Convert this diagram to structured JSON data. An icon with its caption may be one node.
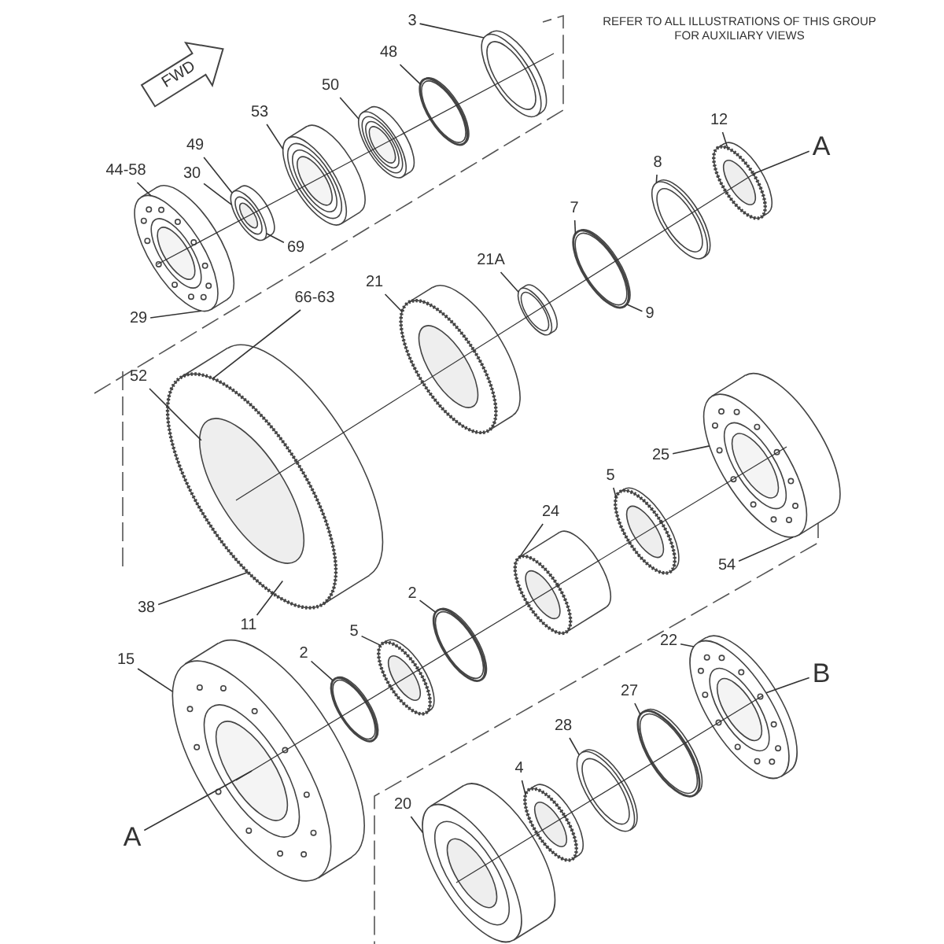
{
  "diagram": {
    "nodes": [
      {
        "text": [
          "3"
        ]
      },
      {
        "text": [
          "48"
        ]
      },
      {
        "text": [
          "50"
        ]
      },
      {
        "text": [
          "53"
        ]
      },
      {
        "text": [
          "49"
        ]
      },
      {
        "text": [
          "44-58"
        ]
      },
      {
        "text": [
          "30"
        ]
      },
      {
        "text": [
          "69"
        ]
      },
      {
        "text": [
          "29"
        ]
      },
      {
        "text": [
          "12"
        ]
      },
      {
        "text": [
          "A"
        ]
      },
      {
        "text": [
          "8"
        ]
      },
      {
        "text": [
          "7"
        ]
      },
      {
        "text": [
          "21A"
        ]
      },
      {
        "text": [
          "9"
        ]
      },
      {
        "text": [
          "21"
        ]
      },
      {
        "text": [
          "66-63"
        ]
      },
      {
        "text": [
          "52"
        ]
      },
      {
        "text": [
          "25"
        ]
      },
      {
        "text": [
          "5"
        ]
      },
      {
        "text": [
          "24"
        ]
      },
      {
        "text": [
          "54"
        ]
      },
      {
        "text": [
          "38"
        ]
      },
      {
        "text": [
          "11"
        ]
      },
      {
        "text": [
          "2"
        ]
      },
      {
        "text": [
          "5"
        ]
      },
      {
        "text": [
          "2"
        ]
      },
      {
        "text": [
          "15"
        ]
      },
      {
        "text": [
          "22"
        ]
      },
      {
        "text": [
          "B"
        ]
      },
      {
        "text": [
          "27"
        ]
      },
      {
        "text": [
          "28"
        ]
      },
      {
        "text": [
          "4"
        ]
      },
      {
        "text": [
          "20"
        ]
      },
      {
        "text": [
          "A"
        ]
      }
    ],
    "edges": [
      {
        "from": 0,
        "to": null,
        "arrow": "none"
      },
      {
        "from": 1,
        "to": null,
        "arrow": "none"
      },
      {
        "from": 2,
        "to": null,
        "arrow": "none"
      },
      {
        "from": 3,
        "to": null,
        "arrow": "none"
      },
      {
        "from": 4,
        "to": null,
        "arrow": "none"
      },
      {
        "from": 5,
        "to": null,
        "arrow": "none"
      },
      {
        "from": 6,
        "to": null,
        "arrow": "none"
      },
      {
        "from": 7,
        "to": null,
        "arrow": "none"
      },
      {
        "from": 8,
        "to": null,
        "arrow": "none"
      },
      {
        "from": 9,
        "to": null,
        "arrow": "none"
      },
      {
        "from": 10,
        "to": null,
        "arrow": "none"
      },
      {
        "from": 11,
        "to": null,
        "arrow": "none"
      },
      {
        "from": 12,
        "to": null,
        "arrow": "none"
      },
      {
        "from": 13,
        "to": null,
        "arrow": "none"
      },
      {
        "from": 14,
        "to": null,
        "arrow": "none"
      },
      {
        "from": 15,
        "to": null,
        "arrow": "none"
      },
      {
        "from": 16,
        "to": null,
        "arrow": "none"
      },
      {
        "from": 17,
        "to": null,
        "arrow": "none"
      },
      {
        "from": 18,
        "to": null,
        "arrow": "none"
      },
      {
        "from": 19,
        "to": null,
        "arrow": "none"
      },
      {
        "from": 20,
        "to": null,
        "arrow": "none"
      },
      {
        "from": 21,
        "to": null,
        "arrow": "none"
      },
      {
        "from": 22,
        "to": null,
        "arrow": "none"
      },
      {
        "from": 23,
        "to": null,
        "arrow": "none"
      },
      {
        "from": 24,
        "to": null,
        "arrow": "none"
      },
      {
        "from": 25,
        "to": null,
        "arrow": "none"
      },
      {
        "from": 26,
        "to": null,
        "arrow": "none"
      },
      {
        "from": 27,
        "to": null,
        "arrow": "none"
      },
      {
        "from": 28,
        "to": null,
        "arrow": "none"
      },
      {
        "from": 29,
        "to": null,
        "arrow": "none"
      },
      {
        "from": 30,
        "to": null,
        "arrow": "none"
      },
      {
        "from": 31,
        "to": null,
        "arrow": "none"
      },
      {
        "from": 32,
        "to": null,
        "arrow": "none"
      },
      {
        "from": 33,
        "to": null,
        "arrow": "none"
      },
      {
        "from": 34,
        "to": null,
        "arrow": "none"
      }
    ],
    "labels": [
      "REFER TO ALL ILLUSTRATIONS OF THIS GROUP FOR AUXILIARY VIEWS",
      "FWD"
    ]
  }
}
